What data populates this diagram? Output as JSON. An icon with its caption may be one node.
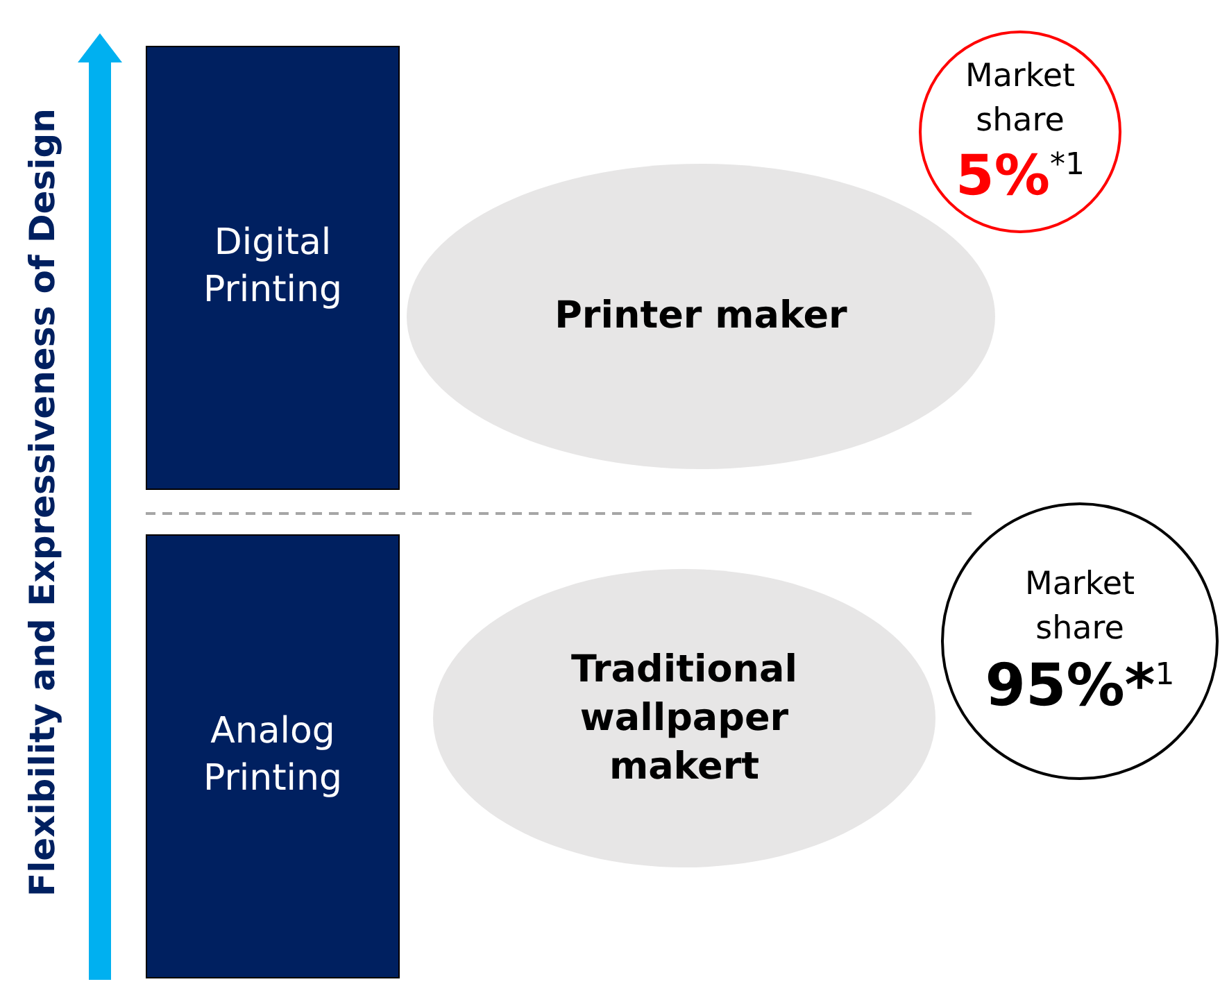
{
  "diagram": {
    "nodes": [
      {
        "text": [
          "Digital Printing"
        ]
      },
      {
        "text": [
          "Printer maker"
        ]
      },
      {
        "text": [
          "Market share",
          "5%$^{*1}$"
        ]
      },
      {
        "text": [
          "Analog Printing"
        ]
      },
      {
        "text": [
          "Traditional wallpaper makert"
        ]
      },
      {
        "text": [
          "Market share",
          "95%*$^{1}$"
        ]
      }
    ],
    "labels": [
      "Flexibility and Expressiveness of Design"
    ]
  }
}
